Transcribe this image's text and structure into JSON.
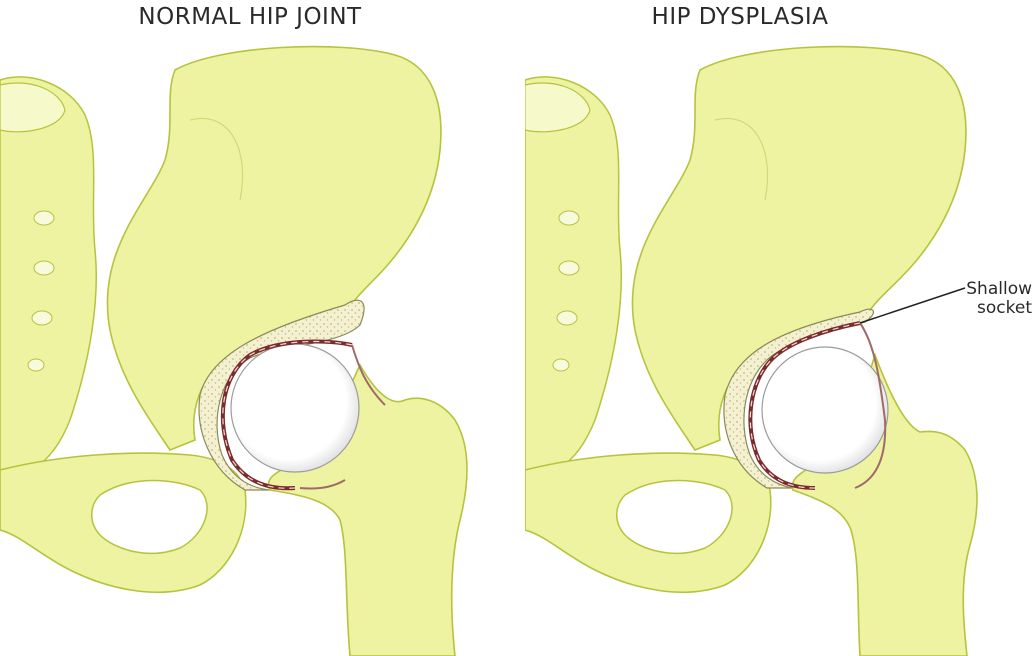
{
  "panels": {
    "left": {
      "title": "NORMAL HIP JOINT"
    },
    "right": {
      "title": "HIP DYSPLASIA"
    }
  },
  "annotation": {
    "line1": "Shallow",
    "line2": "socket"
  },
  "colors": {
    "bone": "#edf3a0",
    "bone_outline": "#b6c33e",
    "cartilage": "#7a2c2c",
    "femoral_head": "#ffffff",
    "cortex": "#f3f0cf"
  }
}
